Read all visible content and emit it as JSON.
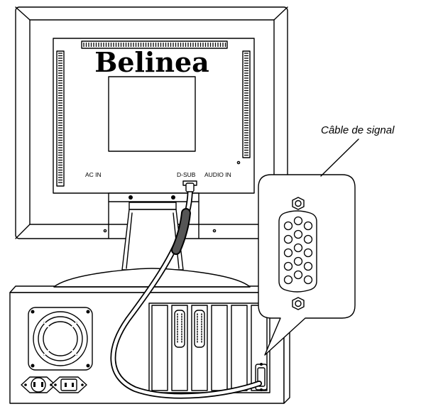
{
  "monitor": {
    "brand": "Belinea",
    "ports": {
      "ac_in": "AC IN",
      "d_sub": "D-SUB",
      "audio_in": "AUDIO IN"
    }
  },
  "callout": {
    "label": "Câble de signal"
  }
}
